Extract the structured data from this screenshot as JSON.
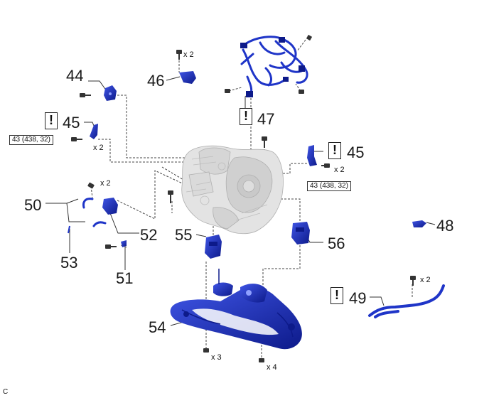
{
  "callouts": {
    "c44": "44",
    "c45_left": "45",
    "c45_right": "45",
    "c46": "46",
    "c47": "47",
    "c48": "48",
    "c49": "49",
    "c50": "50",
    "c51": "51",
    "c52": "52",
    "c53": "53",
    "c54": "54",
    "c55": "55",
    "c56": "56"
  },
  "warning_symbol": "!",
  "torque_specs": {
    "left": "43 (438, 32)",
    "right": "43 (438, 32)"
  },
  "quantities": {
    "q46": "x 2",
    "q45_left": "x 2",
    "q45_right": "x 2",
    "q50": "x 2",
    "q49": "x 2",
    "q54_left": "x 3",
    "q54_right": "x 4"
  },
  "corner_letter": "C",
  "colors": {
    "part_blue": "#1f35c8",
    "part_blue_dark": "#0d1a8a",
    "engine_gray": "#d9d9d9",
    "line_dark": "#333333"
  }
}
